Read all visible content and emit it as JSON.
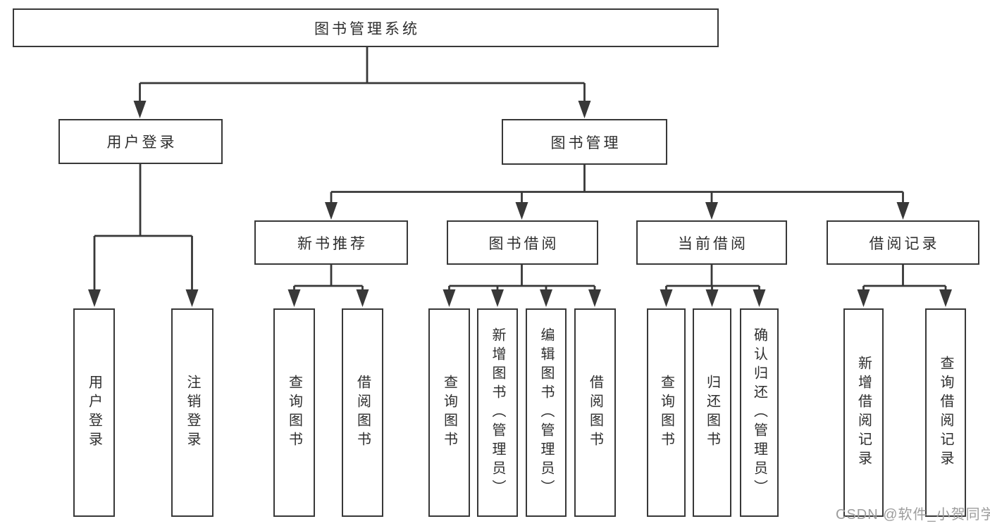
{
  "tree": {
    "root": {
      "label": "图书管理系统"
    },
    "branches": [
      {
        "label": "用户登录",
        "leaves": [
          {
            "label": "用户登录"
          },
          {
            "label": "注销登录"
          }
        ]
      },
      {
        "label": "图书管理",
        "groups": [
          {
            "label": "新书推荐",
            "leaves": [
              {
                "label": "查询图书"
              },
              {
                "label": "借阅图书"
              }
            ]
          },
          {
            "label": "图书借阅",
            "leaves": [
              {
                "label": "查询图书"
              },
              {
                "label": "新增图书（管理员）"
              },
              {
                "label": "编辑图书（管理员）"
              },
              {
                "label": "借阅图书"
              }
            ]
          },
          {
            "label": "当前借阅",
            "leaves": [
              {
                "label": "查询图书"
              },
              {
                "label": "归还图书"
              },
              {
                "label": "确认归还（管理员）"
              }
            ]
          },
          {
            "label": "借阅记录",
            "leaves": [
              {
                "label": "新增借阅记录"
              },
              {
                "label": "查询借阅记录"
              }
            ]
          }
        ]
      }
    ]
  },
  "watermark": {
    "label": "CSDN @软件_小贺同学"
  },
  "colors": {
    "line": "#383838",
    "text": "#2e2e2e",
    "watermark": "#9d9d9d",
    "background": "#ffffff"
  }
}
